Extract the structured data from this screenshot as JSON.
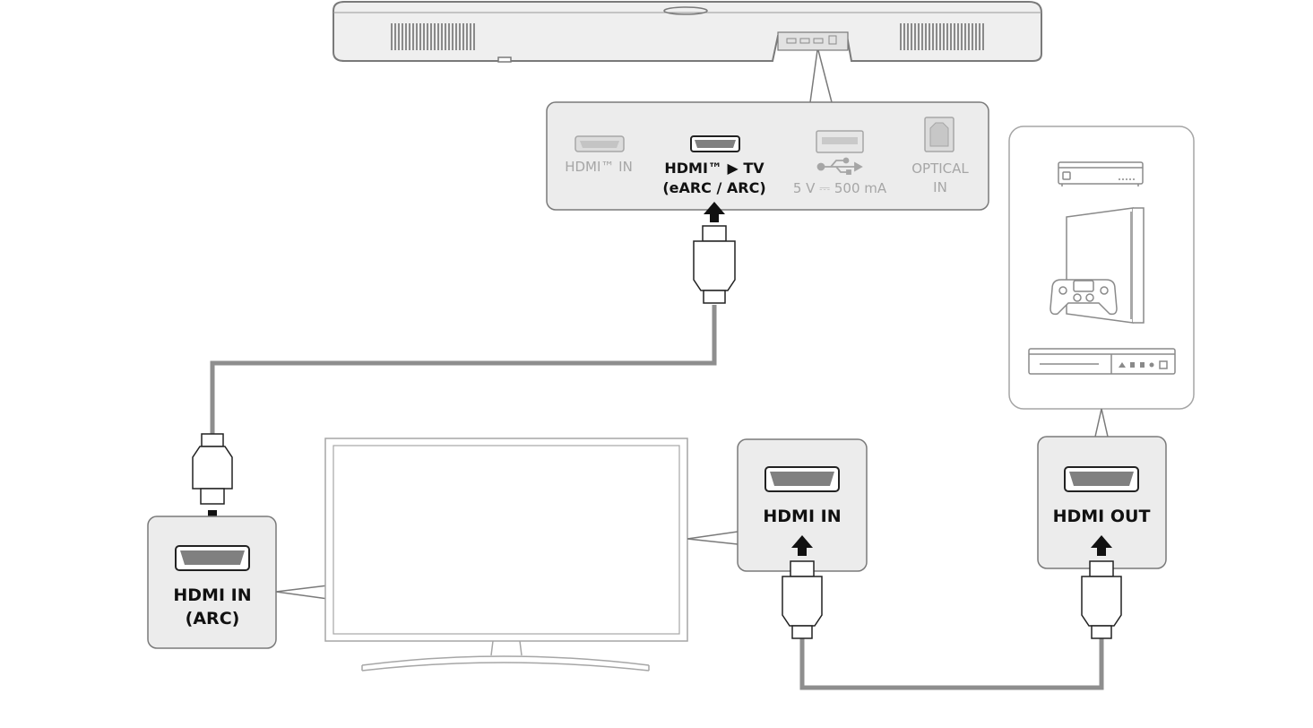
{
  "soundbar_panel": {
    "hdmi_in": "HDMI™ IN",
    "hdmi_tv_line1": "HDMI™ ▶ TV",
    "hdmi_tv_line2": "(eARC / ARC)",
    "usb_power": "5 V ⎓ 500 mA",
    "optical_line1": "OPTICAL",
    "optical_line2": "IN"
  },
  "tv_port": {
    "line1": "HDMI IN",
    "line2": "(ARC)"
  },
  "tv_second_port": {
    "label": "HDMI IN"
  },
  "source_port": {
    "label": "HDMI OUT"
  },
  "colors": {
    "outline": "#7a7a7a",
    "panel_fill": "#ececec",
    "port_fill": "#808080",
    "cable": "#8e8e8e",
    "text_dark": "#111111",
    "text_grey": "#a6a6a6"
  },
  "icons": {
    "soundbar": "soundbar-icon",
    "usb": "usb-icon",
    "tv": "tv-icon",
    "set_top_box": "set-top-box-icon",
    "game_console": "game-console-icon",
    "gamepad": "gamepad-icon",
    "disc_player": "disc-player-icon"
  }
}
